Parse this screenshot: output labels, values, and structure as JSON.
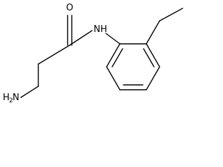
{
  "molecule": {
    "atoms": {
      "oxygen": "O",
      "amide_nitrogen": "NH",
      "amine_h": "H",
      "amine_h_count": "2",
      "amine_n": "N"
    },
    "colors": {
      "bond": "#000000",
      "label": "#000000",
      "background": "#ffffff"
    }
  }
}
